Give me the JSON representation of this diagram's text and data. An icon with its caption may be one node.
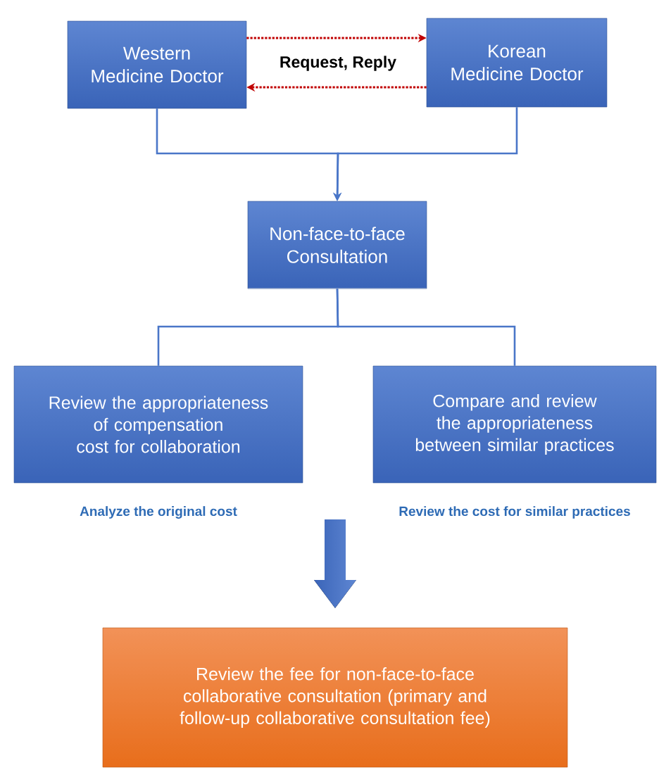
{
  "diagram": {
    "nodes": [
      {
        "text": [
          "Western Medicine Doctor"
        ]
      },
      {
        "text": [
          "Korean Medicine Doctor"
        ]
      },
      {
        "text": [
          "Non-face-to-face Consultation"
        ]
      },
      {
        "text": [
          "Review the appropriateness of compensation cost for collaboration"
        ],
        "beside": [
          "Analyze the original cost"
        ]
      },
      {
        "text": [
          "Compare and review the appropriateness between similar practices"
        ],
        "beside": [
          "Review the cost for similar practices"
        ]
      },
      {
        "text": [
          "Review the fee for non-face-to-face collaborative consultation (primary and follow-up collaborative consultation fee)"
        ]
      }
    ],
    "edges": [
      {
        "from": 0,
        "to": 1,
        "arrow": "to",
        "style": "dashed",
        "color": "#c00000",
        "label": "Request, Reply"
      },
      {
        "from": 1,
        "to": 0,
        "arrow": "to",
        "style": "dashed",
        "color": "#c00000"
      },
      {
        "from": 0,
        "to": 2,
        "arrow": "to"
      },
      {
        "from": 1,
        "to": 2,
        "arrow": "to"
      },
      {
        "from": 2,
        "to": 3,
        "arrow": "none"
      },
      {
        "from": 2,
        "to": 4,
        "arrow": "none"
      },
      {
        "from": null,
        "to": 5,
        "arrow": "to",
        "style": "thick"
      }
    ]
  }
}
